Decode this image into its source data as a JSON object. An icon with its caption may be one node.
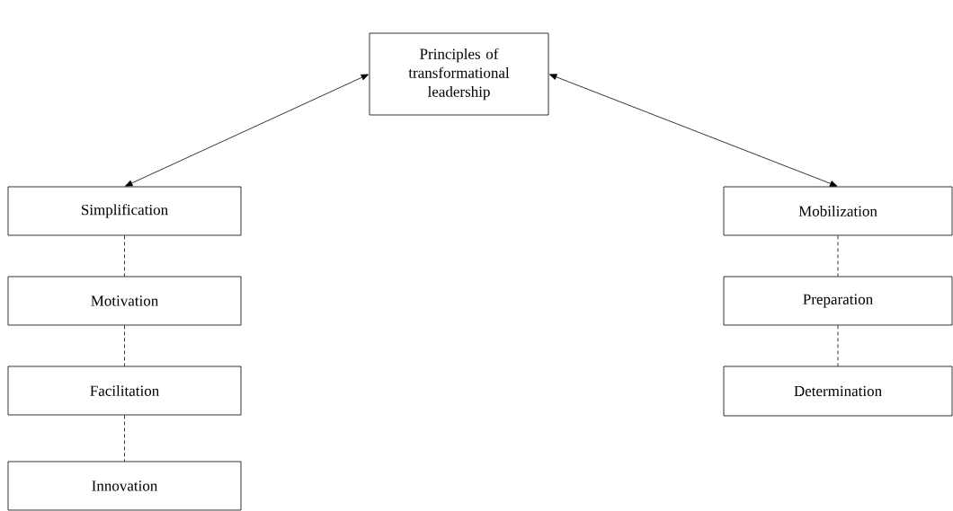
{
  "diagram": {
    "nodes": [
      {
        "text": [
          "Principles of transformational leadership"
        ]
      },
      {
        "text": [
          "Simplification"
        ]
      },
      {
        "text": [
          "Motivation"
        ]
      },
      {
        "text": [
          "Facilitation"
        ]
      },
      {
        "text": [
          "Innovation"
        ]
      },
      {
        "text": [
          "Mobilization"
        ]
      },
      {
        "text": [
          "Preparation"
        ]
      },
      {
        "text": [
          "Determination"
        ]
      }
    ],
    "edges": [
      {
        "from": 0,
        "to": 1,
        "arrow": "both"
      },
      {
        "from": 0,
        "to": 5,
        "arrow": "both"
      },
      {
        "from": 1,
        "to": 2,
        "arrow": "none",
        "style": "dashed"
      },
      {
        "from": 2,
        "to": 3,
        "arrow": "none",
        "style": "dashed"
      },
      {
        "from": 3,
        "to": 4,
        "arrow": "none",
        "style": "dashed"
      },
      {
        "from": 5,
        "to": 6,
        "arrow": "none",
        "style": "dashed"
      },
      {
        "from": 6,
        "to": 7,
        "arrow": "none",
        "style": "dashed"
      }
    ]
  }
}
